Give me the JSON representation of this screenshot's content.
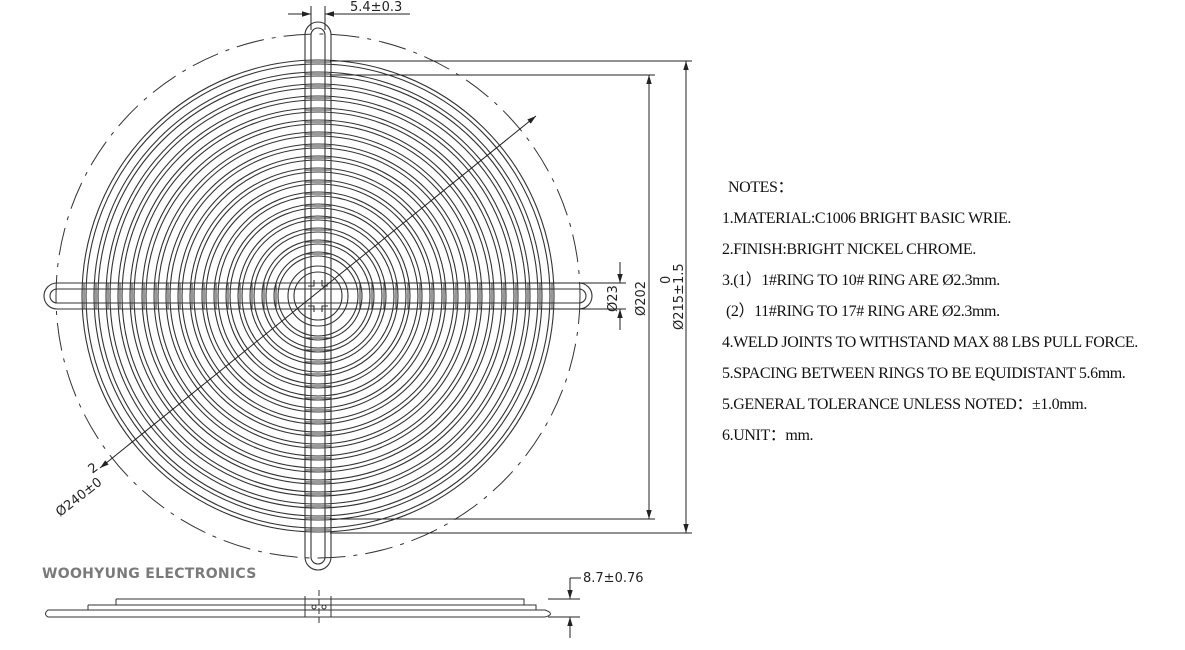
{
  "dimensions": {
    "slot_width": "5.4±0.3",
    "inner_diameter": "Ø202",
    "hub_diameter": "Ø23",
    "outer_diameter_main": "Ø215±1.5",
    "outer_diameter_tol": "0",
    "mount_diameter_main": "Ø240±0",
    "mount_diameter_tol": "2",
    "depth": "8.7±0.76"
  },
  "notes": {
    "title": "NOTES：",
    "items": [
      "1.MATERIAL:C1006 BRIGHT BASIC WRIE.",
      "2.FINISH:BRIGHT NICKEL CHROME.",
      "3.(1）1#RING TO 10# RING ARE Ø2.3mm.",
      "(2）11#RING TO 17# RING ARE Ø2.3mm.",
      "4.WELD JOINTS TO WITHSTAND MAX 88 LBS PULL FORCE.",
      "5.SPACING BETWEEN RINGS TO BE EQUIDISTANT 5.6mm.",
      "5.GENERAL TOLERANCE UNLESS NOTED：±1.0mm.",
      "6.UNIT：mm."
    ]
  },
  "company": "WOOHYUNG  ELECTRONICS",
  "colors": {
    "line": "#222222",
    "company_text": "#7a7a7a"
  }
}
